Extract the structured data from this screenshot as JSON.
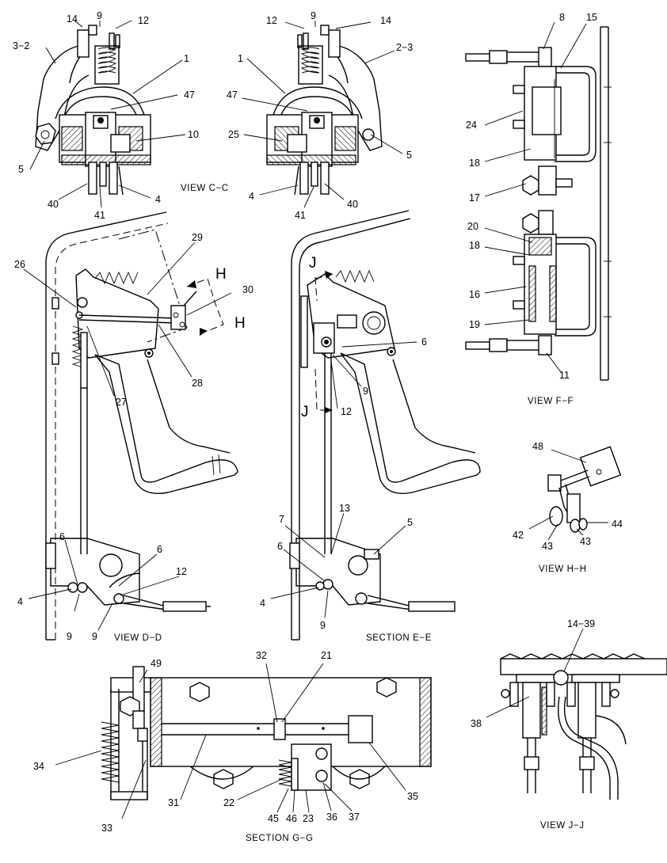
{
  "views": {
    "c_left": {
      "labels": {
        "l14": "14",
        "l9": "9",
        "l12": "12",
        "l3_2": "3−2",
        "l1": "1",
        "l47": "47",
        "l10": "10",
        "l5": "5",
        "l40": "40",
        "l41": "41",
        "l4": "4"
      }
    },
    "c_caption": "VIEW C−C",
    "c_right": {
      "labels": {
        "l12": "12",
        "l9": "9",
        "l14": "14",
        "l2_3": "2−3",
        "l1": "1",
        "l47": "47",
        "l25": "25",
        "l5": "5",
        "l4": "4",
        "l41": "41",
        "l40": "40"
      }
    },
    "f": {
      "caption": "VIEW F−F",
      "labels": {
        "l8": "8",
        "l15": "15",
        "l24": "24",
        "l18a": "18",
        "l17": "17",
        "l20": "20",
        "l18b": "18",
        "l16": "16",
        "l19": "19",
        "l11": "11"
      }
    },
    "d": {
      "caption": "VIEW D−D",
      "labels": {
        "l26": "26",
        "l29": "29",
        "l30": "30",
        "h1": "H",
        "h2": "H",
        "l27": "27",
        "l28": "28",
        "l6a": "6",
        "l6b": "6",
        "l12": "12",
        "l4": "4",
        "l9a": "9",
        "l9b": "9"
      }
    },
    "e": {
      "caption": "SECTION E−E",
      "labels": {
        "j1": "J",
        "j2": "J",
        "l6a": "6",
        "l9a": "9",
        "l12": "12",
        "l7": "7",
        "l13": "13",
        "l5": "5",
        "l6b": "6",
        "l4": "4",
        "l9b": "9"
      }
    },
    "h": {
      "caption": "VIEW H−H",
      "labels": {
        "l48": "48",
        "l42": "42",
        "l43a": "43",
        "l43b": "43",
        "l44": "44"
      }
    },
    "g": {
      "caption": "SECTION G−G",
      "labels": {
        "l49": "49",
        "l32": "32",
        "l21": "21",
        "l34": "34",
        "l31": "31",
        "l33": "33",
        "l22": "22",
        "l45": "45",
        "l46": "46",
        "l23": "23",
        "l36": "36",
        "l37": "37",
        "l35": "35"
      }
    },
    "j": {
      "caption": "VIEW J−J",
      "labels": {
        "l14_39": "14−39",
        "l38": "38"
      }
    }
  }
}
